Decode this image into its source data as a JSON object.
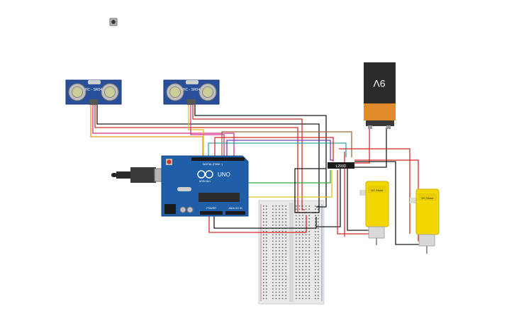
{
  "sensors": [
    {
      "label": "HC - SR04"
    },
    {
      "label": "HC - SR04"
    }
  ],
  "battery": {
    "label": "9V"
  },
  "driver": {
    "label": "L293D"
  },
  "arduino": {
    "brand": "ARDUINO",
    "model": "UNO",
    "header_digital": "DIGITAL (PWM ~)",
    "header_power": "POWER",
    "header_analog": "ANALOG IN"
  },
  "motors": [
    {
      "label": "DC Motor"
    },
    {
      "label": "DC Motor"
    }
  ],
  "colors": {
    "board": "#1f5fa8",
    "sensor": "#2a4f9a",
    "motor": "#f2d700",
    "battery_top": "#2b2b2b",
    "battery_bottom": "#e08a2a",
    "breadboard": "#e8e8e8",
    "wire_red": "#d42c2c",
    "wire_black": "#1b1b1b",
    "wire_orange": "#e59a1c",
    "wire_yellow": "#d9c21a",
    "wire_green": "#3aa83a",
    "wire_teal": "#36a8a8",
    "wire_brown": "#9b6a3a",
    "wire_pink": "#d2318c",
    "wire_purple": "#7a3ab0"
  }
}
